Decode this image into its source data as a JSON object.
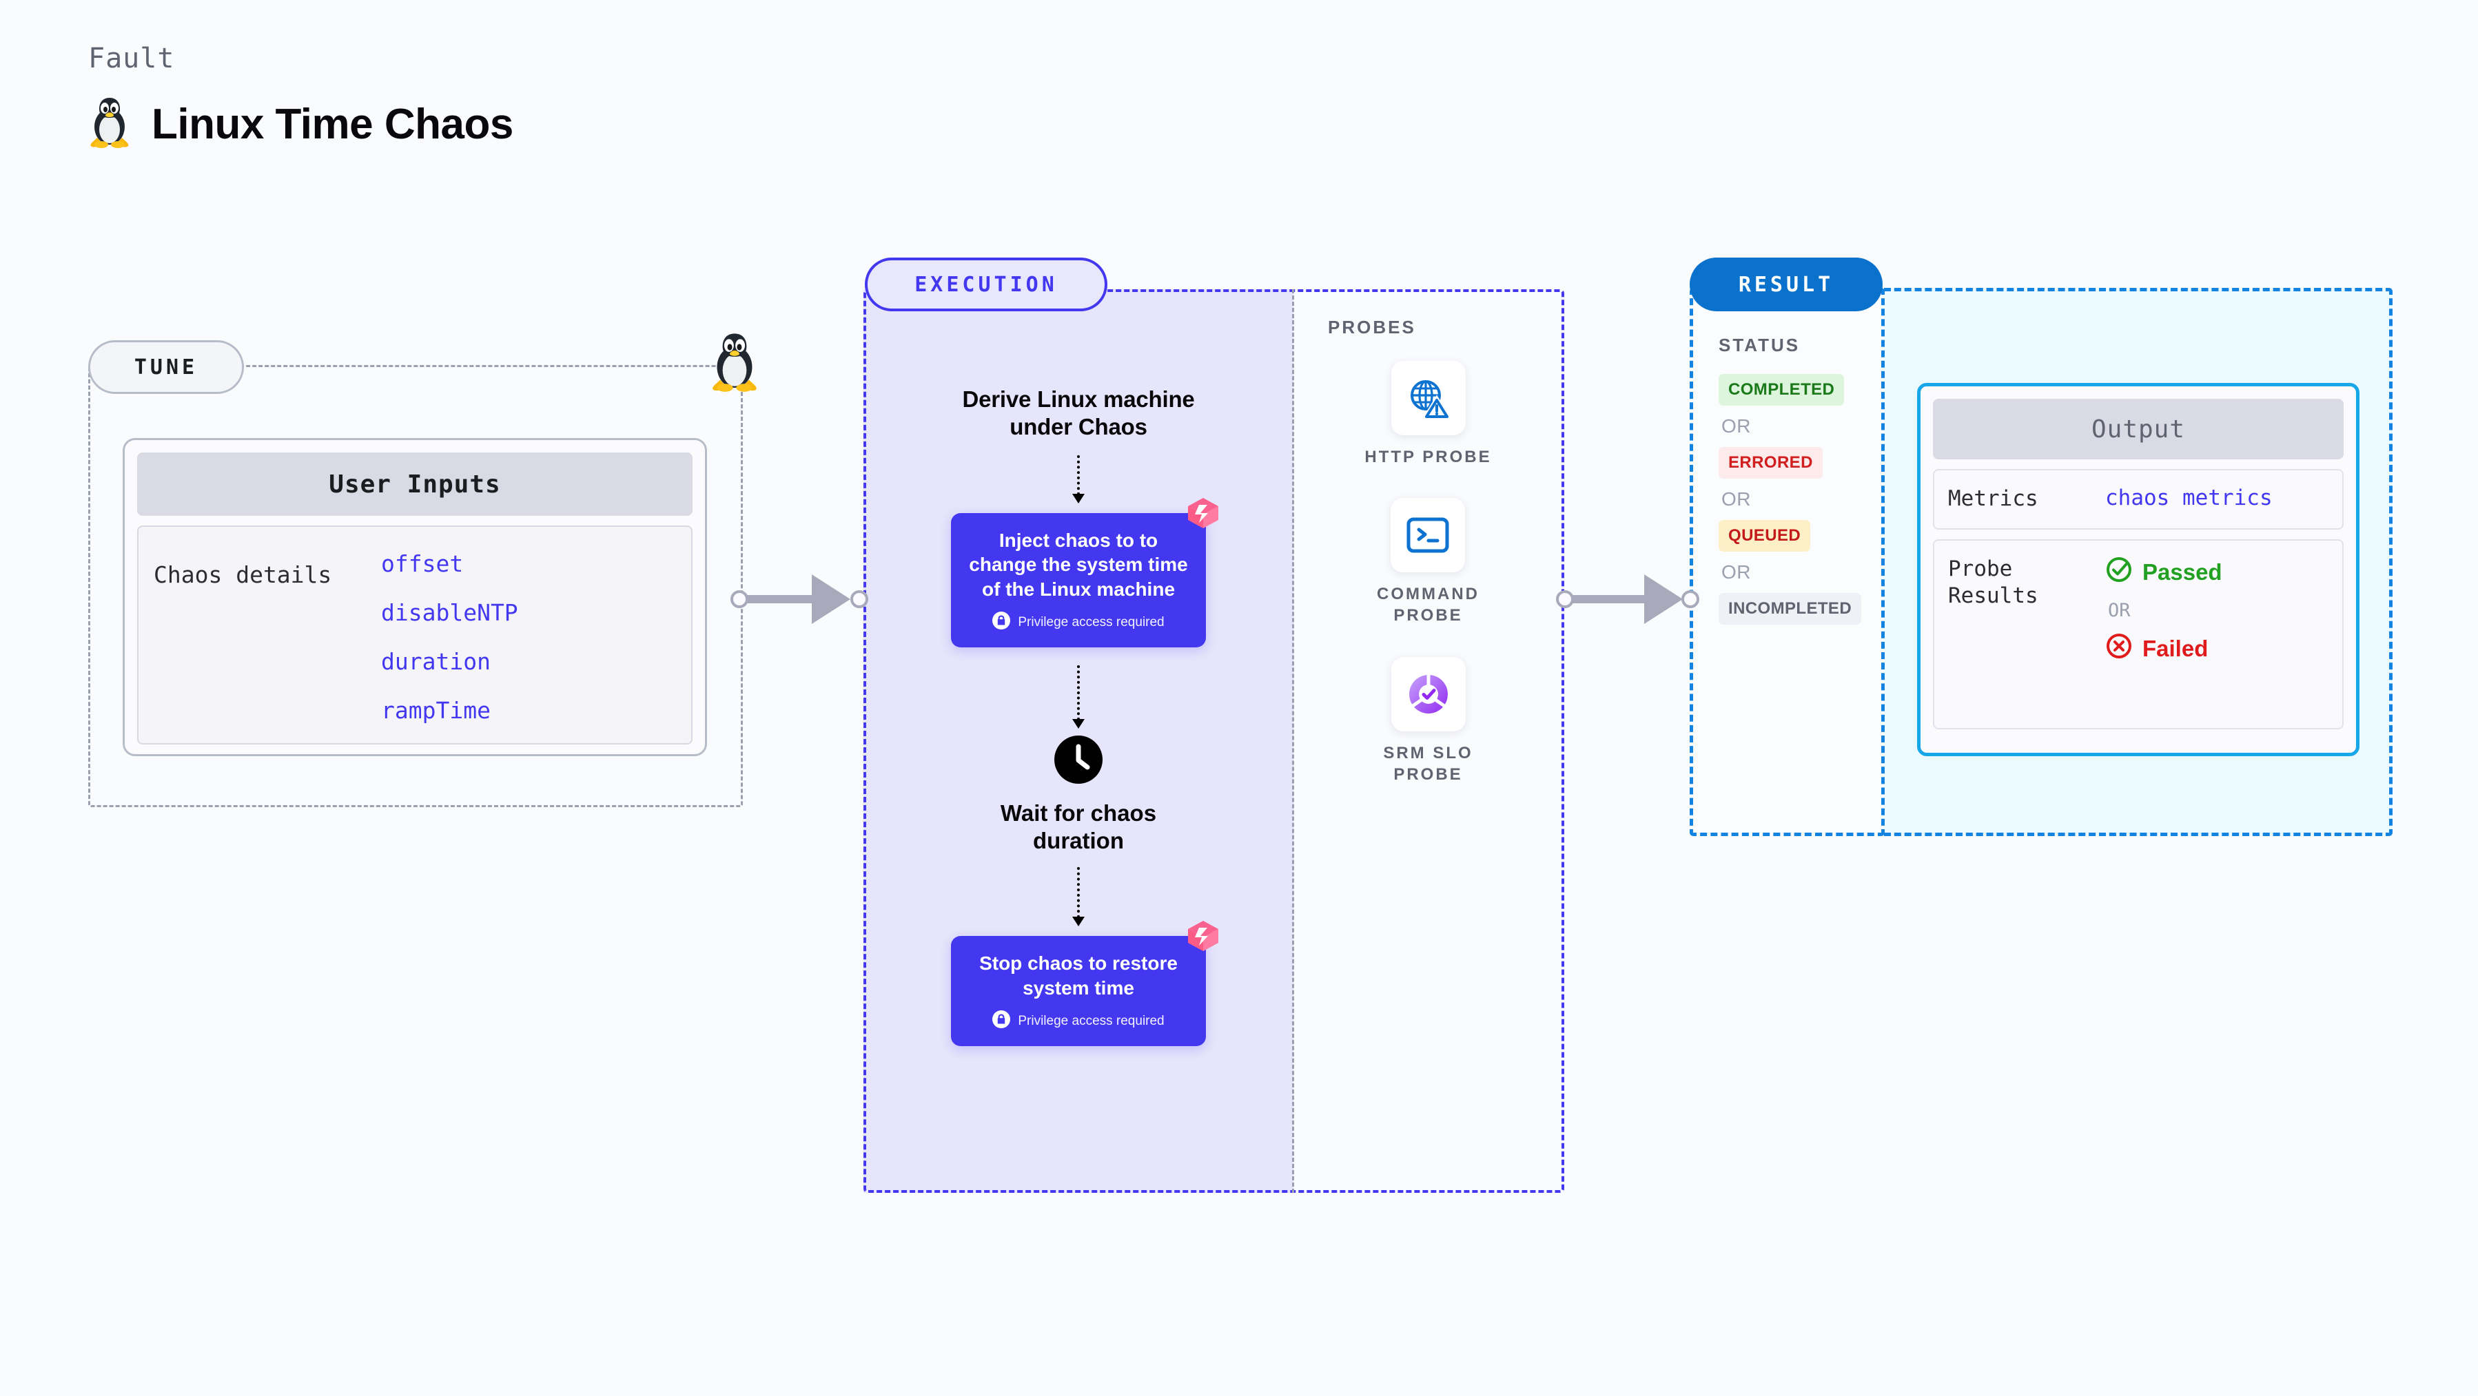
{
  "header": {
    "kicker": "Fault",
    "title": "Linux Time Chaos",
    "icon": "linux-penguin-icon"
  },
  "tune": {
    "badge": "TUNE",
    "card_title": "User Inputs",
    "details_label": "Chaos details",
    "params": [
      "offset",
      "disableNTP",
      "duration",
      "rampTime"
    ],
    "param_color": "#4338f0",
    "link_icon": "linux-penguin-icon"
  },
  "execution": {
    "badge": "EXECUTION",
    "accent": "#4338f0",
    "steps": [
      {
        "kind": "text",
        "name": "derive-step",
        "label": "Derive Linux machine\nunder Chaos"
      },
      {
        "kind": "box",
        "name": "inject-chaos-step",
        "label": "Inject chaos to to change the system time of the Linux machine",
        "privilege": "Privilege access required",
        "badge_icon": "harness-logo-icon",
        "lock_icon": "lock-icon"
      },
      {
        "kind": "clock",
        "name": "wait-step",
        "icon": "clock-icon",
        "label": "Wait for chaos\nduration"
      },
      {
        "kind": "box",
        "name": "stop-chaos-step",
        "label": "Stop chaos to restore system time",
        "privilege": "Privilege access required",
        "badge_icon": "harness-logo-icon",
        "lock_icon": "lock-icon"
      }
    ]
  },
  "probes": {
    "label": "PROBES",
    "items": [
      {
        "name": "http-probe",
        "label": "HTTP PROBE",
        "icon": "globe-warning-icon",
        "color": "#0d72d0"
      },
      {
        "name": "command-probe",
        "label": "COMMAND\nPROBE",
        "icon": "terminal-icon",
        "color": "#0d72d0"
      },
      {
        "name": "srm-slo-probe",
        "label": "SRM SLO\nPROBE",
        "icon": "slo-donut-check-icon",
        "color": "#9b4ef5"
      }
    ]
  },
  "result": {
    "badge": "RESULT",
    "badge_color": "#0a72cd",
    "status_label": "STATUS",
    "or_text": "OR",
    "statuses": [
      {
        "label": "COMPLETED",
        "bg": "#ddf5dc",
        "fg": "#1a7a1a"
      },
      {
        "label": "ERRORED",
        "bg": "#fdeaea",
        "fg": "#d11f1f"
      },
      {
        "label": "QUEUED",
        "bg": "#fdf0c8",
        "fg": "#c41a1a"
      },
      {
        "label": "INCOMPLETED",
        "bg": "#f0f1f6",
        "fg": "#5f6470"
      }
    ]
  },
  "output": {
    "title": "Output",
    "metrics_key": "Metrics",
    "metrics_value": "chaos metrics",
    "probe_results_key": "Probe\nResults",
    "passed_label": "Passed",
    "failed_label": "Failed",
    "or_text": "OR",
    "passed_color": "#22a022",
    "failed_color": "#e01b1b",
    "passed_icon": "check-circle-icon",
    "failed_icon": "x-circle-icon"
  }
}
